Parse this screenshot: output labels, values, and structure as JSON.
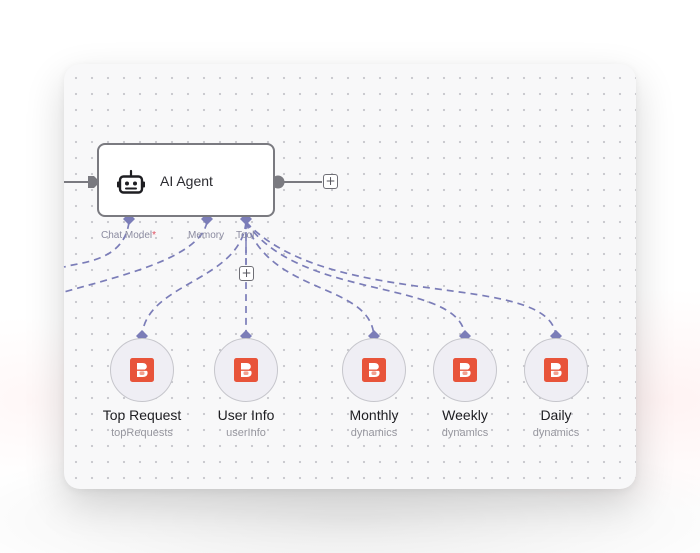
{
  "agent": {
    "title": "AI Agent",
    "icon": "robot-icon",
    "add_output_label": "+"
  },
  "ports": {
    "chat_model": {
      "label": "Chat Model",
      "required_mark": "*"
    },
    "memory": {
      "label": "Memory"
    },
    "tool": {
      "label": "Tool",
      "add_label": "+"
    }
  },
  "tools": [
    {
      "title": "Top Request",
      "subtitle": "topRequests",
      "icon": "dynamics-logo-icon"
    },
    {
      "title": "User Info",
      "subtitle": "userInfo",
      "icon": "dynamics-logo-icon"
    },
    {
      "title": "Monthly",
      "subtitle": "dynamics",
      "icon": "dynamics-logo-icon"
    },
    {
      "title": "Weekly",
      "subtitle": "dynamics",
      "icon": "dynamics-logo-icon"
    },
    {
      "title": "Daily",
      "subtitle": "dynamics",
      "icon": "dynamics-logo-icon"
    }
  ],
  "colors": {
    "connection": "#7b7db8",
    "node_border": "#7a7a80",
    "tool_brand": "#e8543a",
    "required": "#e04d5f"
  }
}
